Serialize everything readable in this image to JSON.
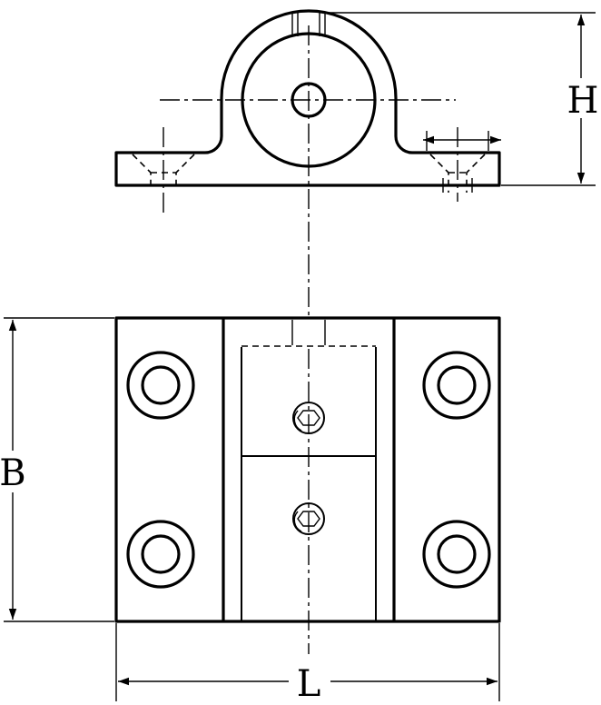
{
  "dimensions": {
    "height_label": "H",
    "depth_label": "B",
    "length_label": "L"
  }
}
